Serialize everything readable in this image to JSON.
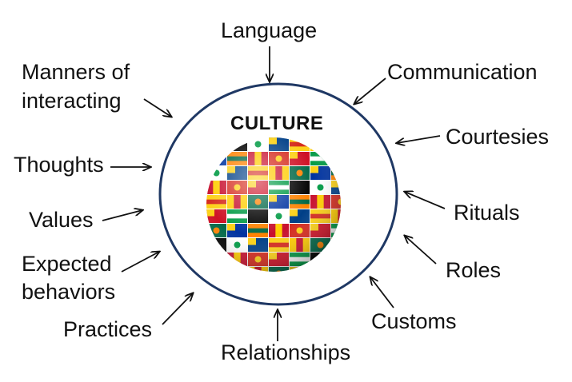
{
  "center": {
    "title": "CULTURE",
    "image": "globe-of-world-flags",
    "ring_color": "#1f3864"
  },
  "labels": {
    "language": "Language",
    "communication": "Communication",
    "manners_line1": "Manners of",
    "manners_line2": "interacting",
    "courtesies": "Courtesies",
    "thoughts": "Thoughts",
    "rituals": "Rituals",
    "values": "Values",
    "expected_line1": "Expected",
    "expected_line2": "behaviors",
    "roles": "Roles",
    "practices": "Practices",
    "customs": "Customs",
    "relationships": "Relationships"
  }
}
